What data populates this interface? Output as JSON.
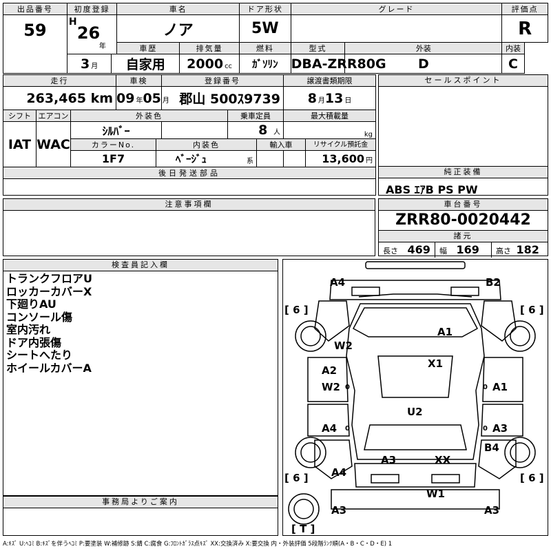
{
  "header": {
    "lot_label": "出品番号",
    "lot_value": "59",
    "first_reg_label": "初度登録",
    "era": "H",
    "year": "26",
    "year_unit": "年",
    "month": "3",
    "month_unit": "月",
    "car_name_label": "車名",
    "car_name": "ノア",
    "door_label": "ドア形状",
    "door": "5W",
    "grade_label": "グレード",
    "grade": "",
    "score_label": "評価点",
    "score": "R",
    "history_label": "車歴",
    "history": "自家用",
    "displacement_label": "排気量",
    "displacement": "2000",
    "displacement_unit": "cc",
    "fuel_label": "燃料",
    "fuel": "ｶﾞｿﾘﾝ",
    "model_label": "型式",
    "model": "DBA-ZRR80G",
    "exterior_label": "外装",
    "exterior": "D",
    "interior_label": "内装",
    "interior": "C"
  },
  "row2": {
    "mileage_label": "走行",
    "mileage": "263,465",
    "mileage_unit": "km",
    "inspection_label": "車検",
    "insp_year": "09",
    "insp_year_unit": "年",
    "insp_month": "05",
    "insp_month_unit": "月",
    "reg_no_label": "登録番号",
    "reg_no": "郡山 500ｽ9739",
    "transfer_label": "譲渡書類期限",
    "transfer_month": "8",
    "transfer_month_unit": "月",
    "transfer_day": "13",
    "transfer_day_unit": "日",
    "sales_point_label": "セールスポイント"
  },
  "row3": {
    "shift_label": "シフト",
    "shift": "IAT",
    "aircon_label": "エアコン",
    "aircon": "WAC",
    "color_label": "外装色",
    "color": "ｼﾙﾊﾞｰ",
    "capacity_label": "乗車定員",
    "capacity": "8",
    "capacity_unit": "人",
    "max_load_label": "最大積載量",
    "max_load": "",
    "max_load_unit": "kg",
    "color_no_label": "カラーNo.",
    "color_no": "1F7",
    "interior_color_label": "内装色",
    "interior_color": "ﾍﾞｰｼﾞｭ",
    "interior_color_unit": "系",
    "import_label": "輸入車",
    "import": "",
    "recycle_label": "リサイクル預託金",
    "recycle": "13,600",
    "recycle_unit": "円"
  },
  "later_parts_label": "後日発送部品",
  "equipment_label": "純正装備",
  "equipment": "ABS ｴｱB PS PW",
  "caution_label": "注意事項欄",
  "frame_label": "車台番号",
  "frame_no": "ZRR80-0020442",
  "specs_label": "諸元",
  "specs": {
    "length_label": "長さ",
    "length": "469",
    "width_label": "幅",
    "width": "169",
    "height_label": "高さ",
    "height": "182"
  },
  "inspector_label": "検査員記入欄",
  "inspector_notes": [
    "トランクフロアU",
    "ロッカーカバーX",
    "下廻りAU",
    "コンソール傷",
    "室内汚れ",
    "ドア内張傷",
    "シートへたり",
    "ホイールカバーA"
  ],
  "office_label": "事務局よりご案内",
  "diagram": {
    "tire_left_top": "[ 6 ]",
    "tire_right_top": "[ 6 ]",
    "tire_left_bottom": "[ 6 ]",
    "tire_right_bottom": "[ 6 ]",
    "spare": "[ T ]",
    "marks": [
      "A4",
      "B2",
      "A1",
      "W2",
      "X1",
      "A2",
      "W2",
      "A1",
      "U2",
      "A4",
      "A3",
      "B4",
      "A3",
      "XX",
      "A4",
      "W1",
      "A3",
      "A3"
    ],
    "gauge": [
      "0",
      "0",
      "0",
      "0"
    ]
  },
  "legend": "A:ｷｽﾞ U:ﾍｺﾐ B:ｷｽﾞを伴うﾍｺﾐ P:要塗装 W:補修跡 S:錆 C:腐食 G:ﾌﾛﾝﾄｶﾞﾗｽ点ｷｽﾞ XX:交換済み X:要交換 内・外装評価 5段階ﾗﾝｸ順(A・B・C・D・E) 1"
}
